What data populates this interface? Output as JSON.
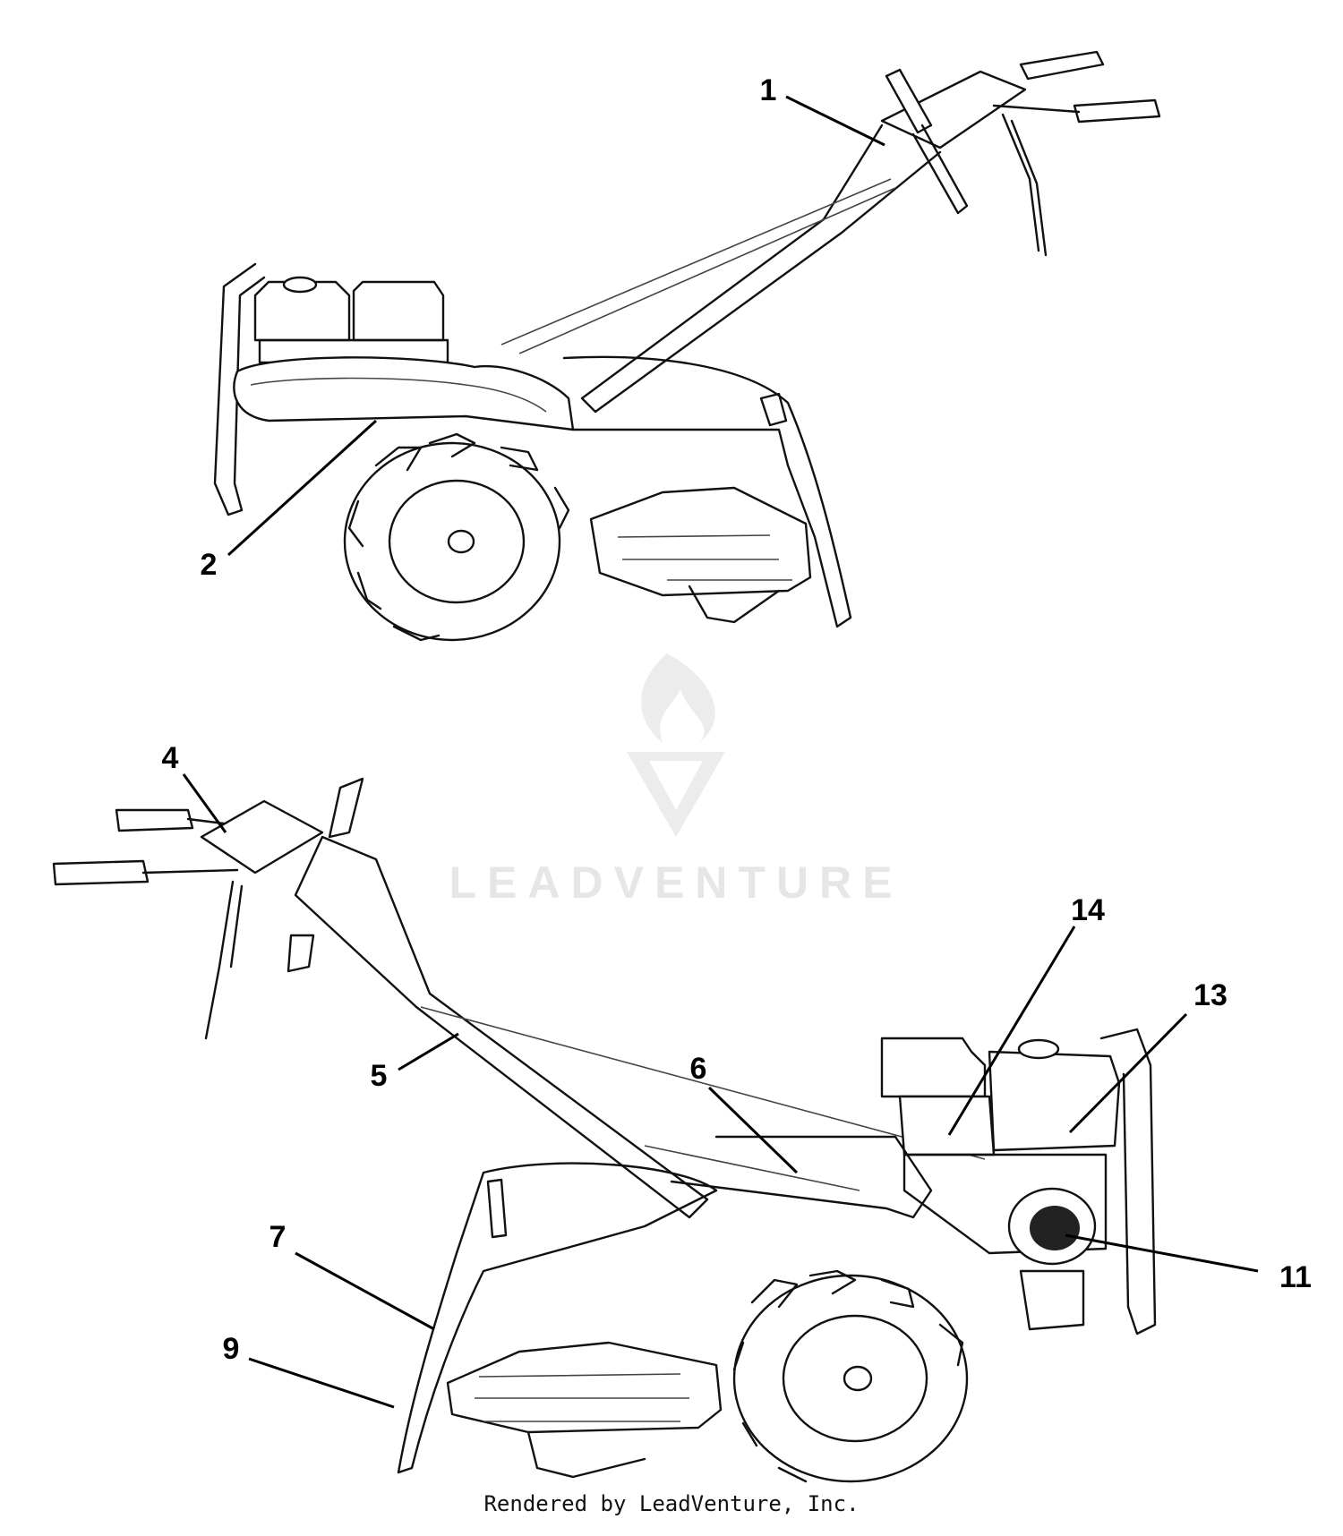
{
  "callouts": [
    {
      "id": "1",
      "label": "1"
    },
    {
      "id": "2",
      "label": "2"
    },
    {
      "id": "4",
      "label": "4"
    },
    {
      "id": "5",
      "label": "5"
    },
    {
      "id": "6",
      "label": "6"
    },
    {
      "id": "7",
      "label": "7"
    },
    {
      "id": "9",
      "label": "9"
    },
    {
      "id": "11",
      "label": "11"
    },
    {
      "id": "13",
      "label": "13"
    },
    {
      "id": "14",
      "label": "14"
    }
  ],
  "watermark": {
    "text": "LEADVENTURE"
  },
  "footer": {
    "text": "Rendered by LeadVenture, Inc."
  },
  "colors": {
    "ink": "#111111",
    "watermark": "#e6e6e6",
    "background": "#ffffff"
  }
}
